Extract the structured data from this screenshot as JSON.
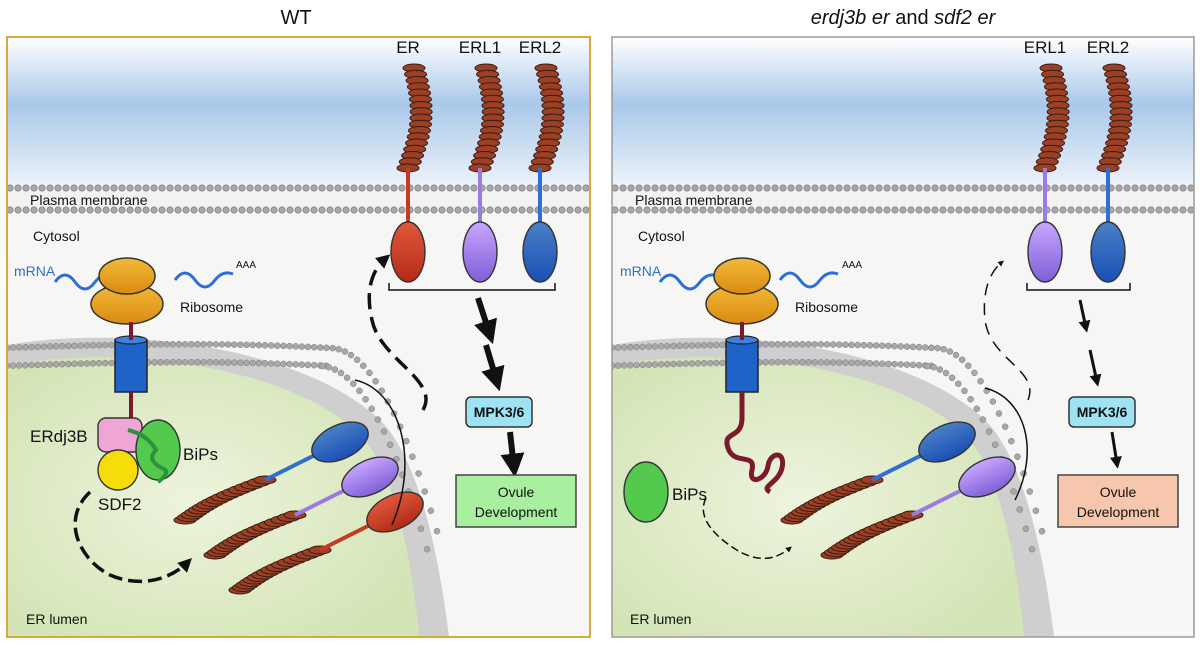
{
  "panels": [
    {
      "title_parts": [
        {
          "text": "WT",
          "italic": false
        }
      ],
      "membrane_label": "Plasma membrane",
      "cytosol_label": "Cytosol",
      "mrna_label": "mRNA",
      "polyA_label": "AAA",
      "ribosome_label": "Ribosome",
      "lumen_label": "ER lumen",
      "receptors": [
        "ER",
        "ERL1",
        "ERL2"
      ],
      "chaperones": {
        "erdj3b": "ERdj3B",
        "bips": "BiPs",
        "sdf2": "SDF2"
      },
      "kinase": "MPK3/6",
      "outcome": "Ovule\nDevelopment"
    },
    {
      "title_parts": [
        {
          "text": "erdj3b er",
          "italic": true
        },
        {
          "text": " and ",
          "italic": false
        },
        {
          "text": "sdf2 er",
          "italic": true
        }
      ],
      "membrane_label": "Plasma membrane",
      "cytosol_label": "Cytosol",
      "mrna_label": "mRNA",
      "polyA_label": "AAA",
      "ribosome_label": "Ribosome",
      "lumen_label": "ER lumen",
      "receptors": [
        "ERL1",
        "ERL2"
      ],
      "chaperones": {
        "bips": "BiPs"
      },
      "kinase": "MPK3/6",
      "outcome": "Ovule\nDevelopment"
    }
  ],
  "colors": {
    "wt_frame": "#d6a93a",
    "mutant_frame": "#9a9a9a",
    "extracellular_top": "#a9c8ea",
    "lumen": "#dce9c4",
    "ribosome": "#e8a21e",
    "translocon": "#1f63c8",
    "er_receptor": "#c43a22",
    "erl1_receptor": "#9a7ae6",
    "erl2_receptor": "#2f6fd0",
    "lrr_domain": "#9b3f25",
    "erdj3b": "#f0a6d4",
    "bips": "#53c94e",
    "sdf2": "#f5dc0a",
    "kinase_box": "#9ee3f3",
    "wt_outcome_box": "#a8f0a0",
    "mutant_outcome_box": "#f6c7ac",
    "mrna": "#2d6fd6",
    "nascent_peptide": "#7a1a2c"
  }
}
